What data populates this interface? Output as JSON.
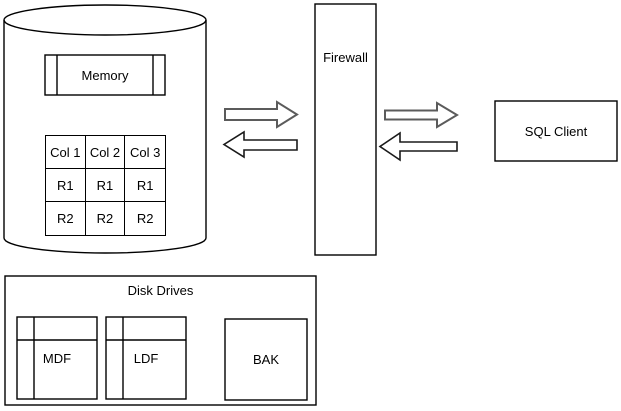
{
  "database": {
    "memory_label": "Memory",
    "table": {
      "headers": [
        "Col 1",
        "Col 2",
        "Col 3"
      ],
      "rows": [
        [
          "R1",
          "R1",
          "R1"
        ],
        [
          "R2",
          "R2",
          "R2"
        ]
      ]
    }
  },
  "firewall": {
    "label": "Firewall"
  },
  "sql_client": {
    "label": "SQL Client"
  },
  "disk_drives": {
    "title": "Disk Drives",
    "drives": [
      {
        "label": "MDF"
      },
      {
        "label": "LDF"
      },
      {
        "label": "BAK"
      }
    ]
  },
  "colors": {
    "background": "#ffffff",
    "shape_fill": "#ffffff",
    "stroke": "#000000",
    "arrow_stroke_light": "#5b5b5b",
    "arrow_stroke_dark": "#1a1a1a"
  }
}
